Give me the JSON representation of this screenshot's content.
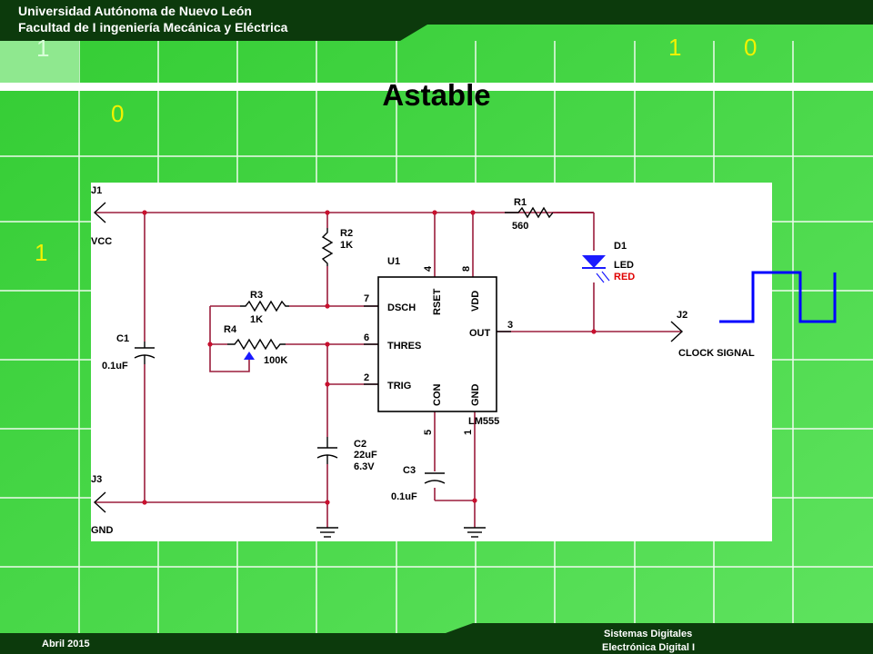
{
  "header": {
    "line1": "Universidad Autónoma de Nuevo León",
    "line2": "Facultad de I ingeniería Mecánica y Eléctrica"
  },
  "slide": {
    "title": "Astable",
    "bg_digits": [
      "1",
      "1",
      "0",
      "0",
      "1"
    ]
  },
  "schematic": {
    "connectors": {
      "j1": "J1",
      "vcc": "VCC",
      "j2": "J2",
      "clock": "CLOCK SIGNAL",
      "j3": "J3",
      "gnd": "GND"
    },
    "r1": {
      "ref": "R1",
      "val": "560"
    },
    "r2": {
      "ref": "R2",
      "val": "1K"
    },
    "r3": {
      "ref": "R3",
      "val": "1K"
    },
    "r4": {
      "ref": "R4",
      "val": "100K"
    },
    "c1": {
      "ref": "C1",
      "val": "0.1uF"
    },
    "c2": {
      "ref": "C2",
      "val1": "22uF",
      "val2": "6.3V"
    },
    "c3": {
      "ref": "C3",
      "val": "0.1uF"
    },
    "d1": {
      "ref": "D1",
      "val1": "LED",
      "val2": "RED"
    },
    "ic": {
      "ref": "U1",
      "part": "LM555",
      "pins": {
        "dsch": "DSCH",
        "thres": "THRES",
        "trig": "TRIG",
        "out": "OUT",
        "reset": "RSET",
        "vdd": "VDD",
        "con": "CON",
        "gnd": "GND"
      },
      "pin_numbers": {
        "p7": "7",
        "p6": "6",
        "p2": "2",
        "p3": "3",
        "p4": "4",
        "p8": "8",
        "p5": "5",
        "p1": "1"
      }
    }
  },
  "footer": {
    "date": "Abril 2015",
    "line1": "Sistemas Digitales",
    "line2": "Electrónica Digital I"
  },
  "colors": {
    "background": "#3fd43f",
    "bar": "#0c3a0c",
    "wire": "#9b1d3c",
    "junction": "#c8102e",
    "digits": "#f2f200",
    "led": "#1a1aff",
    "red_label": "#e00000"
  }
}
